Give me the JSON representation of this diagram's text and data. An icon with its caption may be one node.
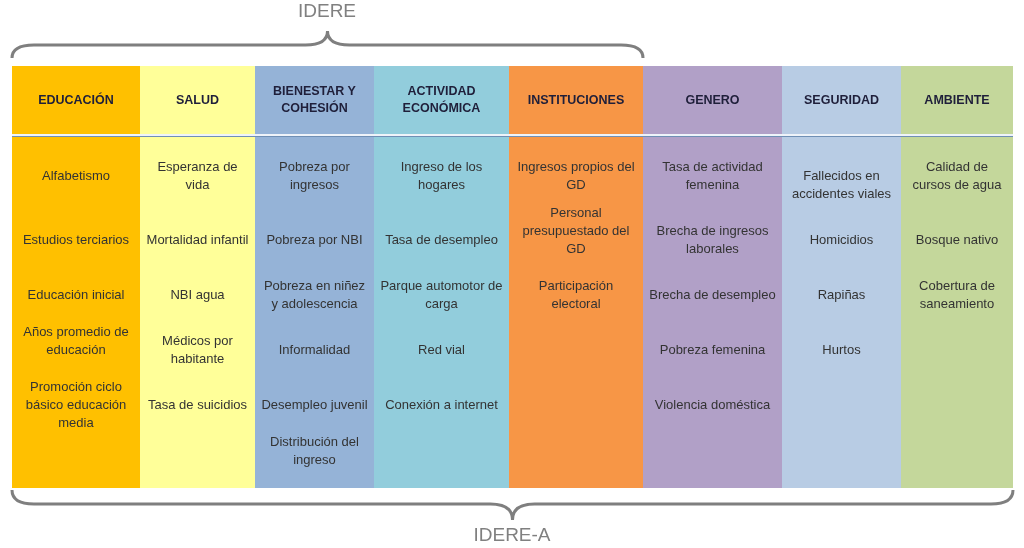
{
  "diagram": {
    "nodes": [
      {
        "text": [
          "EDUCACIÓN",
          "Alfabetismo",
          "Estudios terciarios",
          "Educación inicial",
          "Años promedio de educación",
          "Promoción ciclo básico educación media"
        ]
      },
      {
        "text": [
          "SALUD",
          "Esperanza de vida",
          "Mortalidad infantil",
          "NBI agua",
          "Médicos por habitante",
          "Tasa de suicidios"
        ]
      },
      {
        "text": [
          "BIENESTAR Y COHESIÓN",
          "Pobreza por ingresos",
          "Pobreza por NBI",
          "Pobreza en niñez y adolescencia",
          "Informalidad",
          "Desempleo juvenil",
          "Distribución del ingreso"
        ]
      },
      {
        "text": [
          "ACTIVIDAD ECONÓMICA",
          "Ingreso de los hogares",
          "Tasa de desempleo",
          "Parque automotor de carga",
          "Red vial",
          "Conexión a internet"
        ]
      },
      {
        "text": [
          "INSTITUCIONES",
          "Ingresos propios del GD",
          "Personal presupuestado del GD",
          "Participación electoral"
        ]
      },
      {
        "text": [
          "GENERO",
          "Tasa de actividad femenina",
          "Brecha de ingresos laborales",
          "Brecha de desempleo",
          "Pobreza femenina",
          "Violencia doméstica"
        ]
      },
      {
        "text": [
          "SEGURIDAD",
          "Fallecidos en accidentes viales",
          "Homicidios",
          "Rapiñas",
          "Hurtos"
        ]
      },
      {
        "text": [
          "AMBIENTE",
          "Calidad de cursos de agua",
          "Bosque nativo",
          "Cobertura de saneamiento"
        ]
      }
    ],
    "labels": [
      "IDERE",
      "IDERE-A"
    ]
  }
}
